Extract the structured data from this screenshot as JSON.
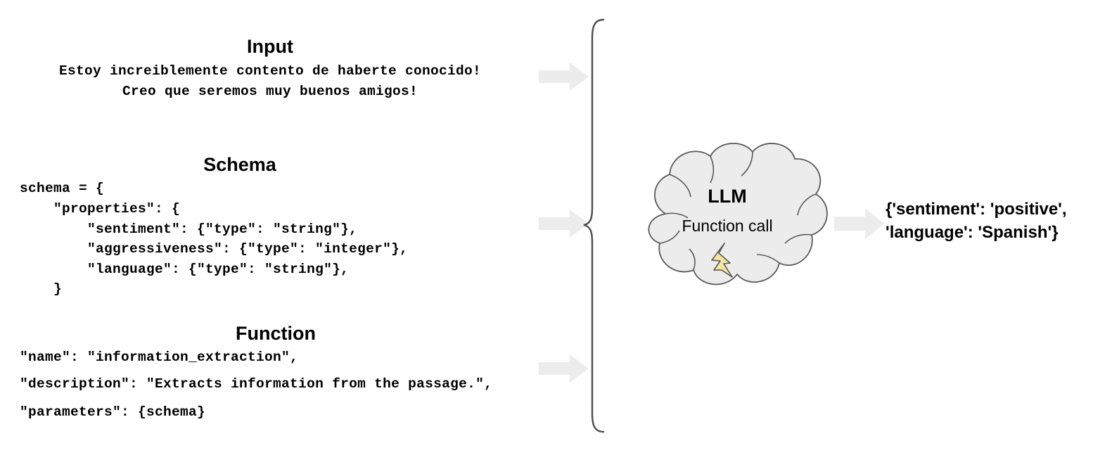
{
  "diagram": {
    "title": "LLM function-call extraction pipeline",
    "colors": {
      "background": "#ffffff",
      "arrow_fill": "#ececec",
      "cloud_fill": "#ececec",
      "cloud_stroke": "#595959",
      "brace_stroke": "#4d4d4d",
      "bolt_fill": "#f7e3a1",
      "bolt_stroke": "#555555",
      "text": "#000000"
    }
  },
  "sections": {
    "input": {
      "heading": "Input",
      "lines": [
        "Estoy increiblemente contento de haberte conocido!",
        "Creo que seremos muy buenos amigos!"
      ]
    },
    "schema": {
      "heading": "Schema",
      "lines": [
        "schema = {",
        "    \"properties\": {",
        "        \"sentiment\": {\"type\": \"string\"},",
        "        \"aggressiveness\": {\"type\": \"integer\"},",
        "        \"language\": {\"type\": \"string\"},",
        "    }"
      ]
    },
    "function": {
      "heading": "Function",
      "lines": [
        "\"name\": \"information_extraction\",",
        "\"description\": \"Extracts information from the passage.\",",
        "\"parameters\": {schema}"
      ]
    }
  },
  "llm": {
    "title": "LLM",
    "subtitle": "Function call",
    "icon": "lightning-bolt-icon"
  },
  "output": {
    "lines": [
      "{'sentiment': 'positive',",
      "'language': 'Spanish'}"
    ]
  },
  "arrows": {
    "input_arrow": "arrow-right",
    "schema_arrow": "arrow-right",
    "function_arrow": "arrow-right",
    "output_arrow": "arrow-right"
  },
  "brace": {
    "name": "grouping-brace"
  }
}
